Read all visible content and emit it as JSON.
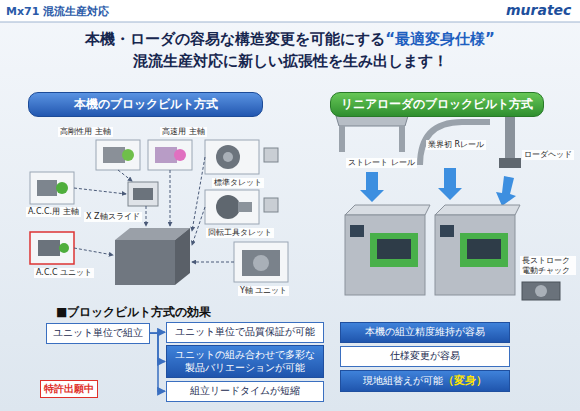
{
  "diagram": {
    "title": "Mx71 混流生産対応",
    "nodes": [
      {
        "text": [
          "本機のブロックビルト方式"
        ]
      },
      {
        "text": [
          "リニアローダのブロックビルト方式"
        ]
      },
      {
        "text": [
          "ユニット単位で組立"
        ]
      },
      {
        "text": [
          "ユニット単位で品質保証が可能"
        ]
      },
      {
        "text": [
          "ユニットの組み合わせで多彩な 製品バリエーションが可能"
        ]
      },
      {
        "text": [
          "組立リードタイムが短縮"
        ]
      },
      {
        "text": [
          "本機の組立精度維持が容易"
        ]
      },
      {
        "text": [
          "仕様変更が容易"
        ]
      },
      {
        "text": [
          "現地組替えが可能",
          "（変身）"
        ]
      }
    ],
    "edges": [
      {
        "from": 2,
        "to": 3,
        "arrow": "to"
      },
      {
        "from": 2,
        "to": 4,
        "arrow": "to"
      },
      {
        "from": 2,
        "to": 5,
        "arrow": "to"
      }
    ],
    "labels": [
      "muratec",
      "本機・ローダの容易な構造変更を可能にする",
      "“最適変身仕様”",
      "混流生産対応に新しい拡張性を生み出します！",
      "高剛性用 主軸",
      "高速用 主軸",
      "A.C.C.用 主軸",
      "X Z軸スライド",
      "標準タレット",
      "回転工具タレット",
      "A.C.C ユニット",
      "Y軸 ユニット",
      "ストレート レール",
      "業界初 Rレール",
      "ローダヘッド",
      "長ストローク 電動チャック",
      "■ブロックビルト方式の効果",
      "特許出願中"
    ]
  }
}
